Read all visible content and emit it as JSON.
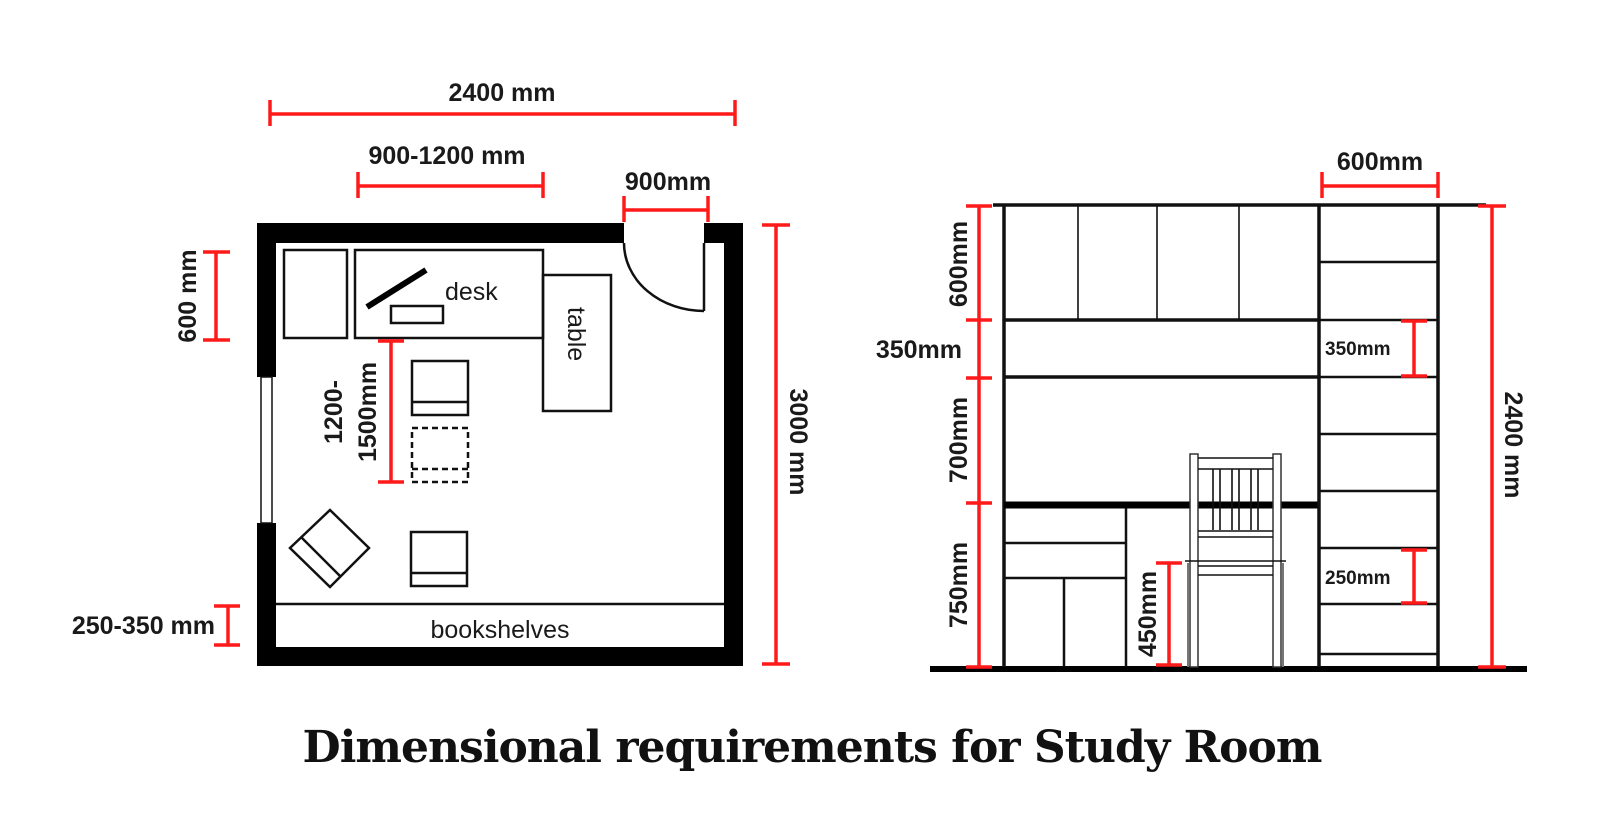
{
  "title": "Dimensional requirements for Study Room",
  "colors": {
    "dimension": "#ff1a1a",
    "wall": "#000000",
    "text": "#1a1a1a"
  },
  "floor_plan": {
    "width_total": "2400 mm",
    "desk_width": "900-1200 mm",
    "door_width": "900mm",
    "depth_600": "600 mm",
    "clearance": "1200-\n1500mm",
    "clearance_line1": "1200-",
    "clearance_line2": "1500mm",
    "room_length": "3000 mm",
    "shelf_depth": "250-350 mm",
    "labels": {
      "desk": "desk",
      "table": "table",
      "bookshelves": "bookshelves"
    }
  },
  "elevation": {
    "tower_width": "600mm",
    "upper_cabinet": "600mm",
    "gap_350": "350mm",
    "wall_space": "700mm",
    "desk_height": "750mm",
    "seat_height": "450mm",
    "shelf_350": "350mm",
    "shelf_250": "250mm",
    "total_height": "2400 mm"
  }
}
